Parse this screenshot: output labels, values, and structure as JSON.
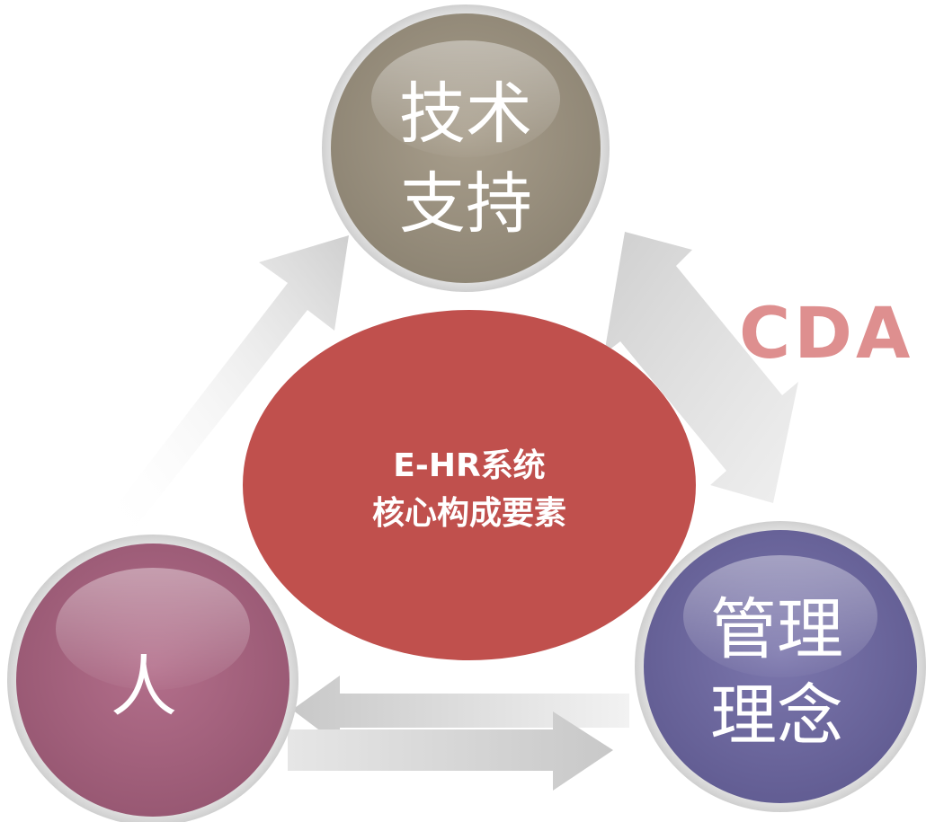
{
  "nodes": {
    "tech": {
      "line1": "技术",
      "line2": "支持",
      "color": "#9a9080"
    },
    "mgmt": {
      "line1": "管理",
      "line2": "理念",
      "color": "#6f6aa0"
    },
    "people": {
      "line1": "人",
      "color": "#a76580"
    }
  },
  "center": {
    "line1": "E-HR系统",
    "line2": "核心构成要素",
    "color": "#c0504d"
  },
  "watermark": {
    "text": "CDA"
  },
  "colors": {
    "arrow": "#d9d9d9",
    "ring": "#e0e0e0"
  }
}
